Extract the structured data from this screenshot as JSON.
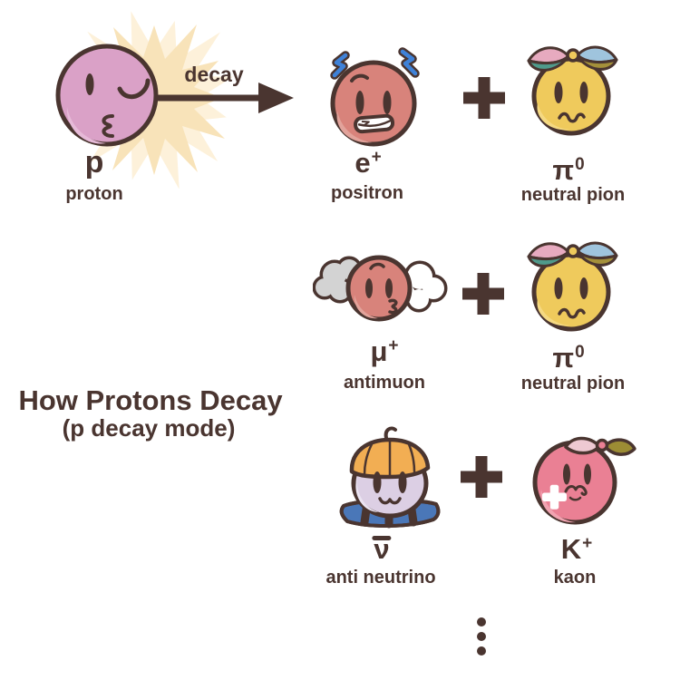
{
  "colors": {
    "ink": "#4a3530",
    "burst_front": "#f8e3b9",
    "burst_back": "#fdf1da",
    "proton": "#daa1c7",
    "proton_hi": "#e6bad8",
    "red": "#d8837b",
    "red_hi": "#e2a39b",
    "bolt": "#3f82d8",
    "yellow": "#efca5c",
    "yellow_hi": "#f5d982",
    "blade_pink": "#e7aabf",
    "blade_teal": "#4f9a8b",
    "blade_blue": "#9fc4dd",
    "blade_olive": "#a4903a",
    "cloud_gray": "#d3d3d3",
    "cloud_white": "#ffffff",
    "lavender": "#dccfe4",
    "lavender_hi": "#ebe4f2",
    "hat_orange": "#f2ae53",
    "collar_blue": "#4a77b8",
    "kaon": "#ea8094",
    "kaon_hi": "#f1a3b1",
    "leaf_pink": "#eec9d2",
    "leaf_olive": "#9c8c34"
  },
  "title": {
    "line1": "How Protons Decay",
    "line2": "(p decay mode)"
  },
  "source": {
    "symbol": "p",
    "name": "proton"
  },
  "arrow_label": "decay",
  "decay_modes": [
    {
      "p1": {
        "symbol": "e",
        "sup": "+",
        "name": "positron"
      },
      "plus": "+",
      "p2": {
        "symbol": "π",
        "sup": "0",
        "name": "neutral pion"
      }
    },
    {
      "p1": {
        "symbol": "μ",
        "sup": "+",
        "name": "antimuon"
      },
      "plus": "+",
      "p2": {
        "symbol": "π",
        "sup": "0",
        "name": "neutral pion"
      }
    },
    {
      "p1": {
        "symbol": "ν",
        "sup": "",
        "name": "anti neutrino"
      },
      "plus": "+",
      "p2": {
        "symbol": "K",
        "sup": "+",
        "name": "kaon"
      }
    }
  ],
  "more_indicator": "⋮"
}
